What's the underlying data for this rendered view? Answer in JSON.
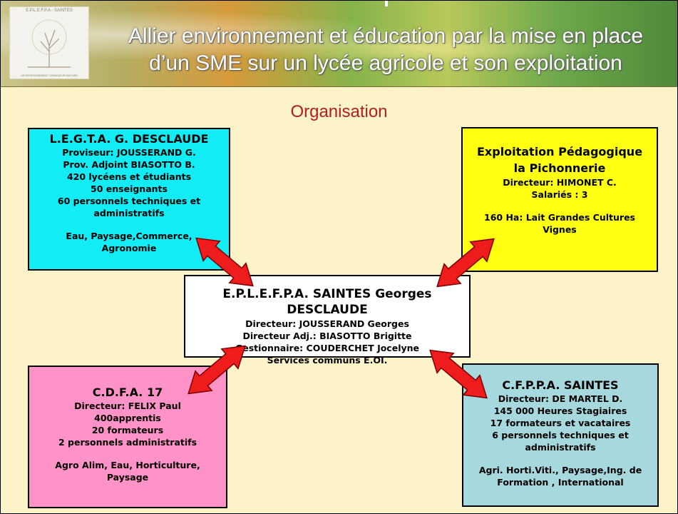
{
  "header": {
    "title_line_1": "Allier environnement et éducation par la mise en place",
    "title_line_2": "d’un SME sur un lycée agricole et son exploitation",
    "logo_text_top": "E.P.L.E.F.P.A - SAINTES",
    "logo_text_bottom": "UN ENSEIGNEMENT GRANDEUR NATURE"
  },
  "subtitle": "Organisation",
  "boxes": {
    "legta": {
      "title": "L.E.G.T.A. G. DESCLAUDE",
      "lines": [
        "Proviseur: JOUSSERAND G.",
        "Prov. Adjoint BIASOTTO B.",
        "420 lycéens et étudiants",
        "50 enseignants",
        "60 personnels techniques et",
        "administratifs"
      ],
      "footer": [
        "Eau, Paysage,Commerce,",
        "Agronomie"
      ]
    },
    "exploitation": {
      "title": [
        "Exploitation Pédagogique",
        "la Pichonnerie"
      ],
      "lines": [
        "Directeur: HIMONET C.",
        "Salariés : 3"
      ],
      "footer": [
        "160 Ha: Lait Grandes Cultures",
        "Vignes"
      ]
    },
    "eplefpa": {
      "title": "E.P.L.E.F.P.A. SAINTES Georges DESCLAUDE",
      "lines": [
        "Directeur: JOUSSERAND Georges",
        "Directeur Adj.: BIASOTTO Brigitte",
        "Gestionnaire: COUDERCHET Jocelyne",
        "Services communs E.OI."
      ]
    },
    "cdfa": {
      "title": "C.D.F.A. 17",
      "lines": [
        "Directeur: FELIX Paul",
        "400apprentis",
        "20 formateurs",
        "2 personnels administratifs"
      ],
      "footer": [
        "Agro Alim, Eau,  Horticulture,",
        "Paysage"
      ]
    },
    "cfppa": {
      "title": "C.F.P.P.A. SAINTES",
      "lines": [
        "Directeur: DE MARTEL D.",
        "145 000 Heures Stagiaires",
        "17 formateurs et vacataires",
        "6 personnels techniques et",
        "administratifs"
      ],
      "footer": [
        "Agri. Horti.Viti., Paysage,Ing. de",
        "Formation , International"
      ]
    }
  },
  "colors": {
    "legta": "#12ecf5",
    "exploitation": "#ffff10",
    "eplefpa": "#ffffff",
    "cdfa": "#ff93c8",
    "cfppa": "#a6d8dd",
    "arrow": "#ee1c1c",
    "subtitle": "#b02020",
    "background": "#fdf3c8"
  }
}
